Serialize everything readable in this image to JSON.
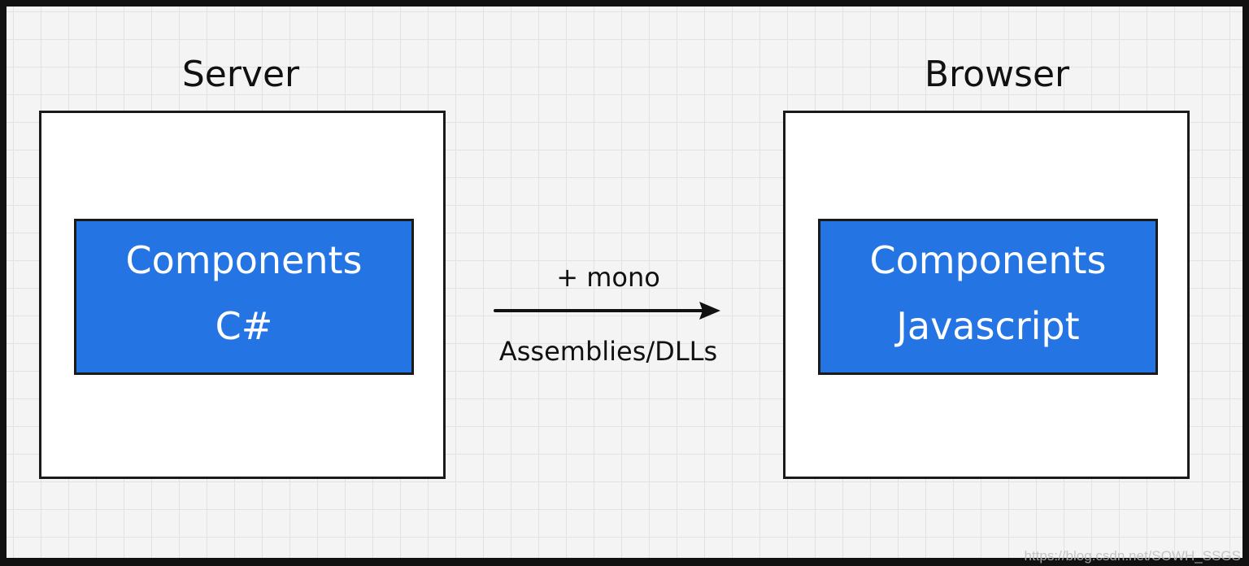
{
  "server": {
    "title": "Server",
    "inner_line1": "Components",
    "inner_line2": "C#"
  },
  "browser": {
    "title": "Browser",
    "inner_line1": "Components",
    "inner_line2": "Javascript"
  },
  "arrow": {
    "top_label": "+ mono",
    "bottom_label": "Assemblies/DLLs"
  },
  "watermark": "https://blog.csdn.net/SOWH_SSGS",
  "colors": {
    "component_fill": "#2574e3",
    "outline": "#1a1a1a",
    "grid_background": "#f4f4f4"
  }
}
